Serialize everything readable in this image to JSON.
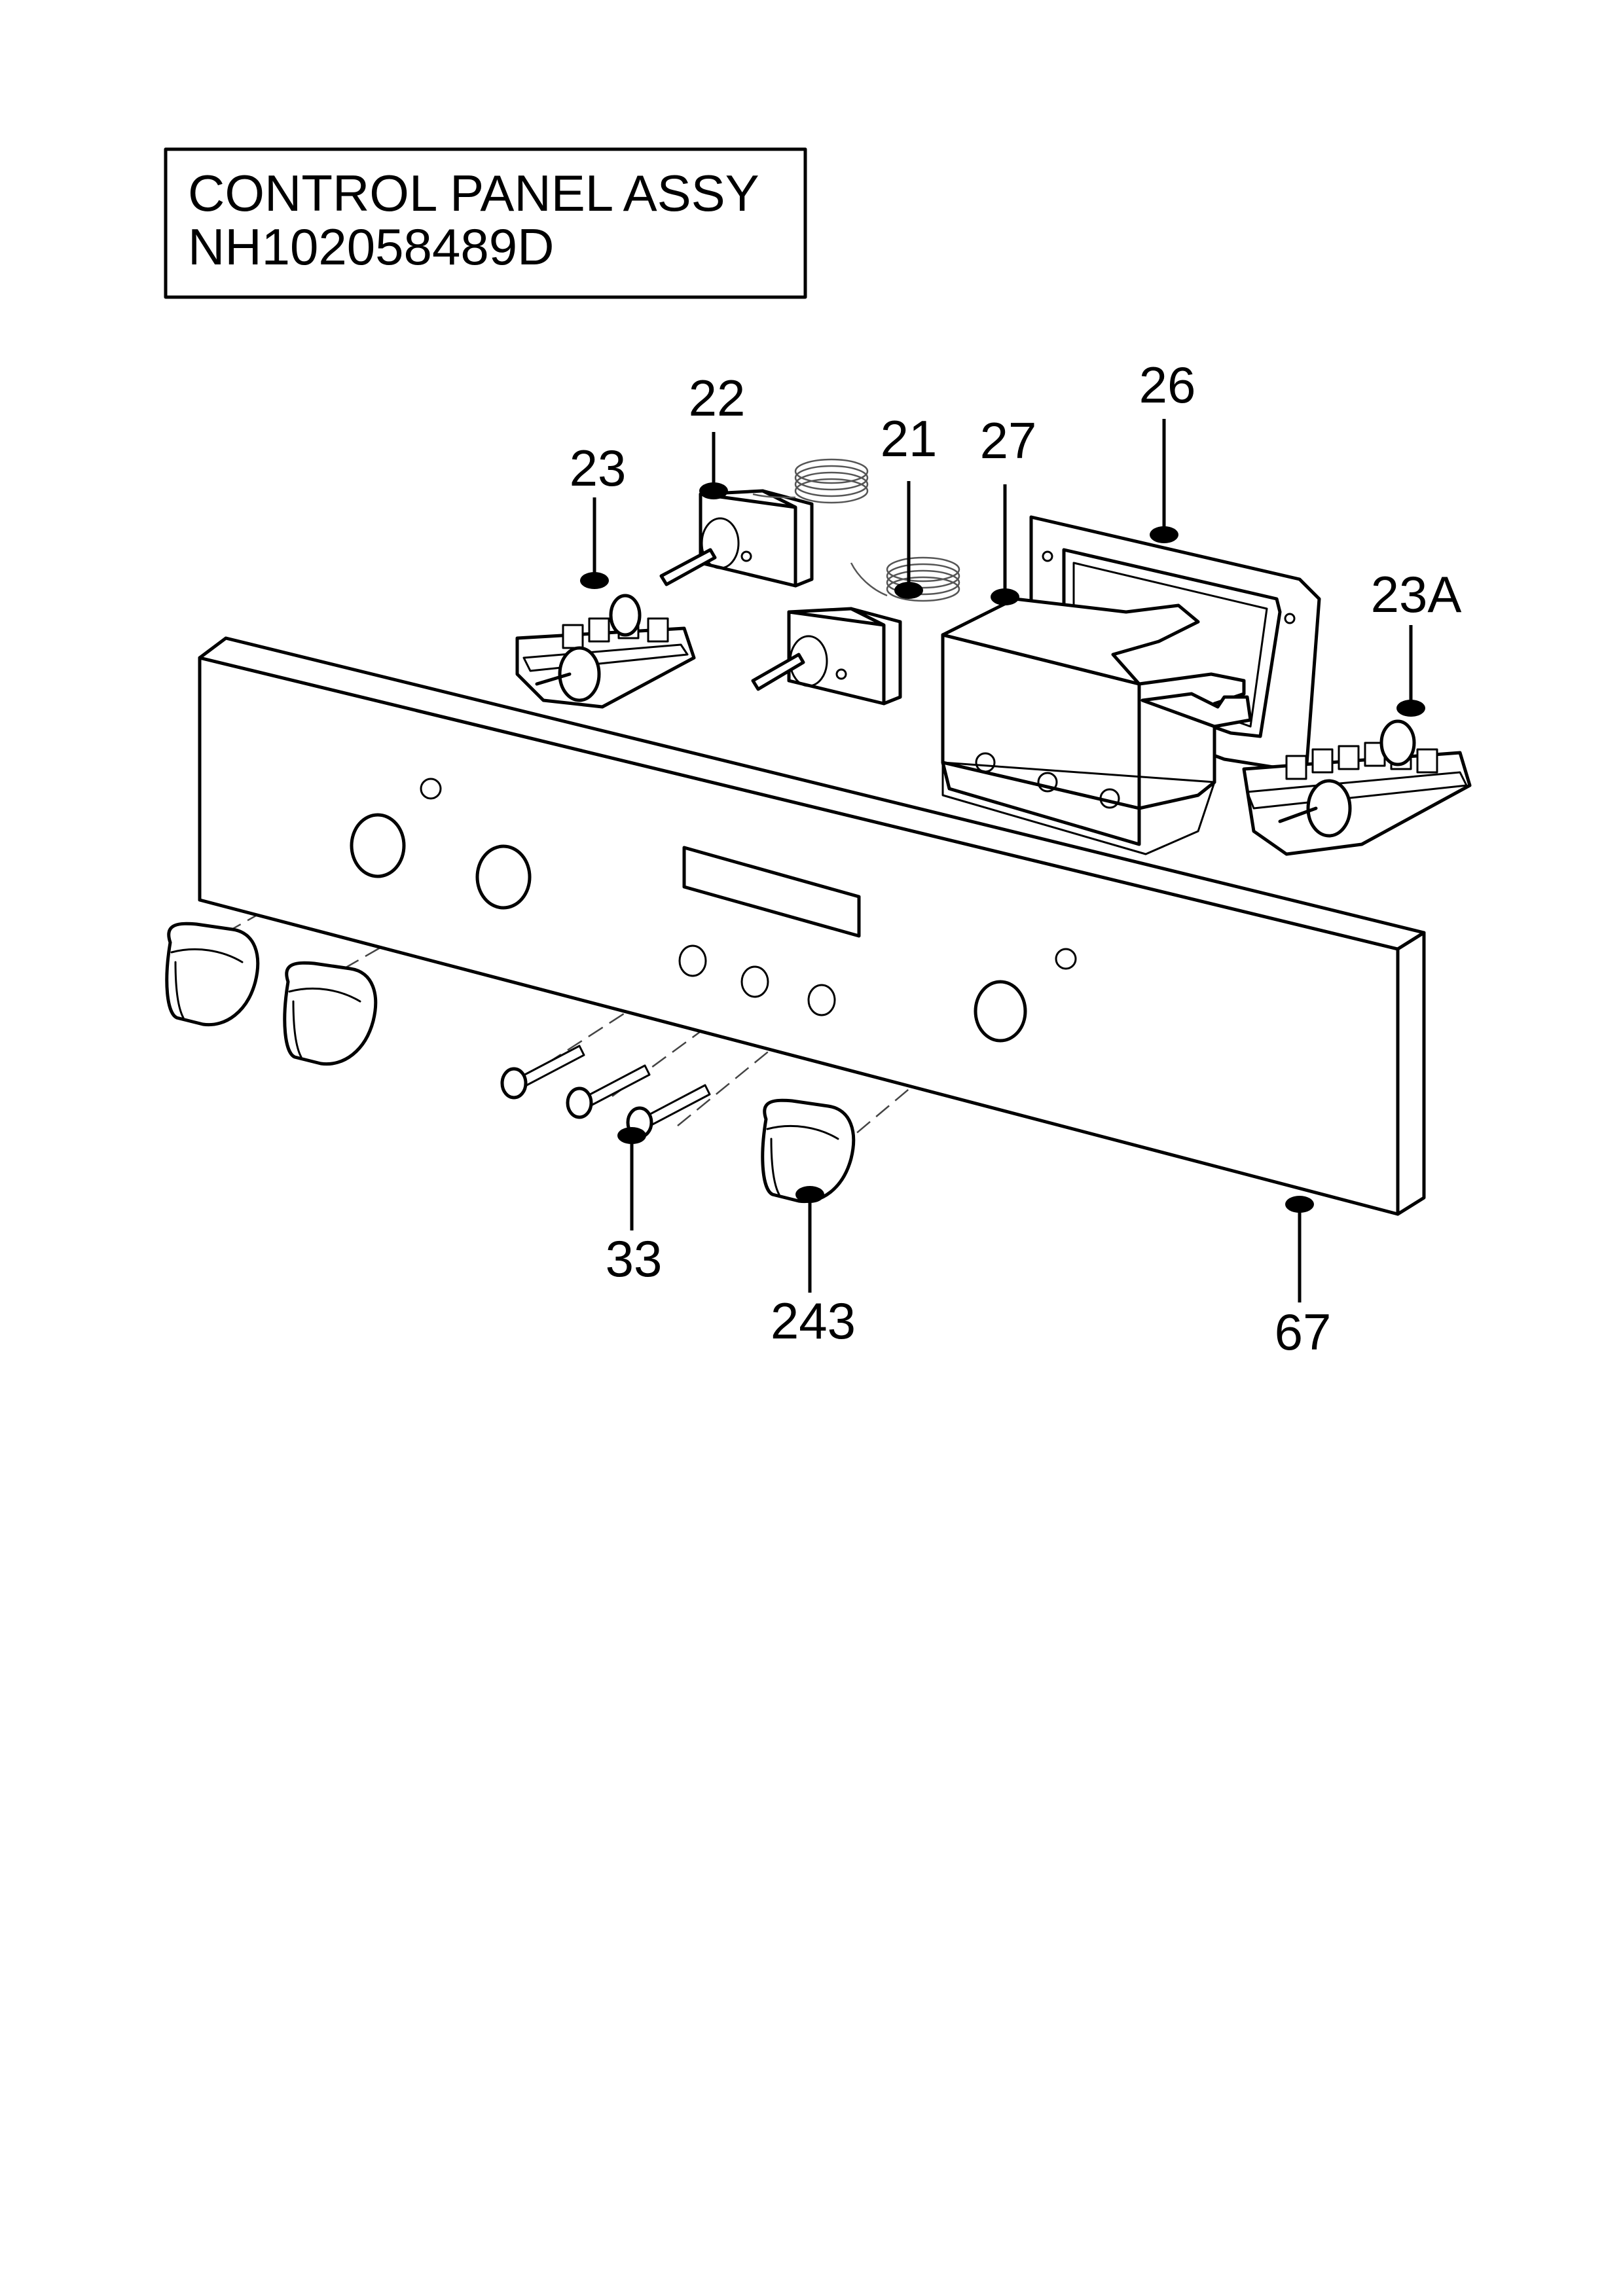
{
  "title": {
    "line1": "CONTROL PANEL ASSY",
    "line2": "NH102058489D"
  },
  "callouts": {
    "c22": "22",
    "c21": "21",
    "c27": "27",
    "c26": "26",
    "c23": "23",
    "c23a": "23A",
    "c33": "33",
    "c243": "243",
    "c67": "67"
  }
}
